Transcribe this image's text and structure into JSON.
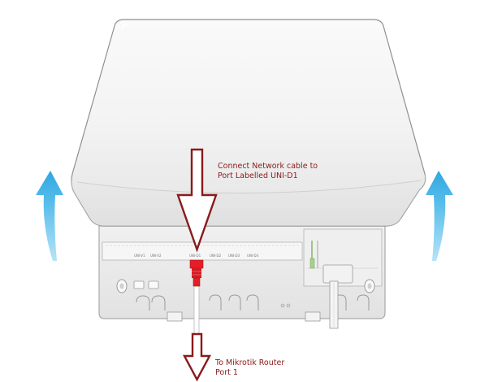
{
  "colors": {
    "annotation_text": "#8a1a1a",
    "arrow_fill": "#ffffff",
    "arrow_stroke": "#8a1a1a",
    "rotate_arrow": "#3aaee6",
    "cable": "#e41e26",
    "lid": "#f4f4f4",
    "base": "#ececec"
  },
  "icons": {
    "left_arrow": "curved-up-arrow-icon",
    "right_arrow": "curved-up-arrow-icon",
    "down_arrow": "down-arrow-icon"
  },
  "annotations": {
    "connect": {
      "line1": "Connect Network cable to",
      "line2": "Port Labelled UNI-D1"
    },
    "router": {
      "line1": "To Mikrotik Router",
      "line2": "Port 1"
    }
  },
  "ports": [
    "UNI-V1",
    "UNI-V2",
    "UNI-D1",
    "UNI-D2",
    "UNI-D3",
    "UNI-D4"
  ]
}
